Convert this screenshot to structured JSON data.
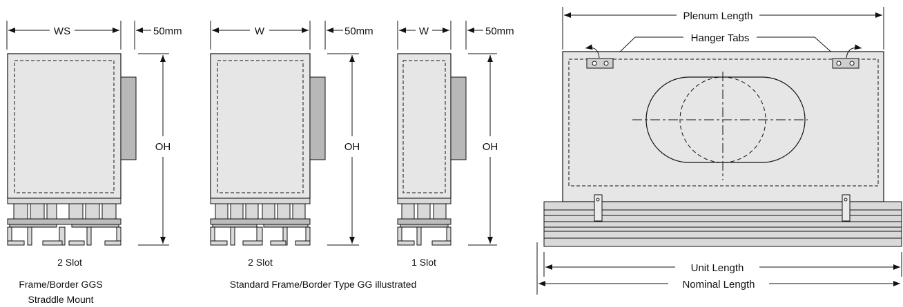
{
  "units": {
    "ggs": {
      "width": "WS",
      "offset": "50mm",
      "height": "OH",
      "slot": "2 Slot"
    },
    "gg2": {
      "width": "W",
      "offset": "50mm",
      "height": "OH",
      "slot": "2 Slot"
    },
    "gg1": {
      "width": "W",
      "offset": "50mm",
      "height": "OH",
      "slot": "1 Slot"
    }
  },
  "captions": {
    "ggs_line1": "Frame/Border GGS",
    "ggs_line2": "Straddle Mount",
    "standard": "Standard Frame/Border Type GG illustrated"
  },
  "plenum": {
    "plenum_length": "Plenum Length",
    "hanger_tabs": "Hanger Tabs",
    "unit_length": "Unit Length",
    "nominal_length": "Nominal Length"
  }
}
